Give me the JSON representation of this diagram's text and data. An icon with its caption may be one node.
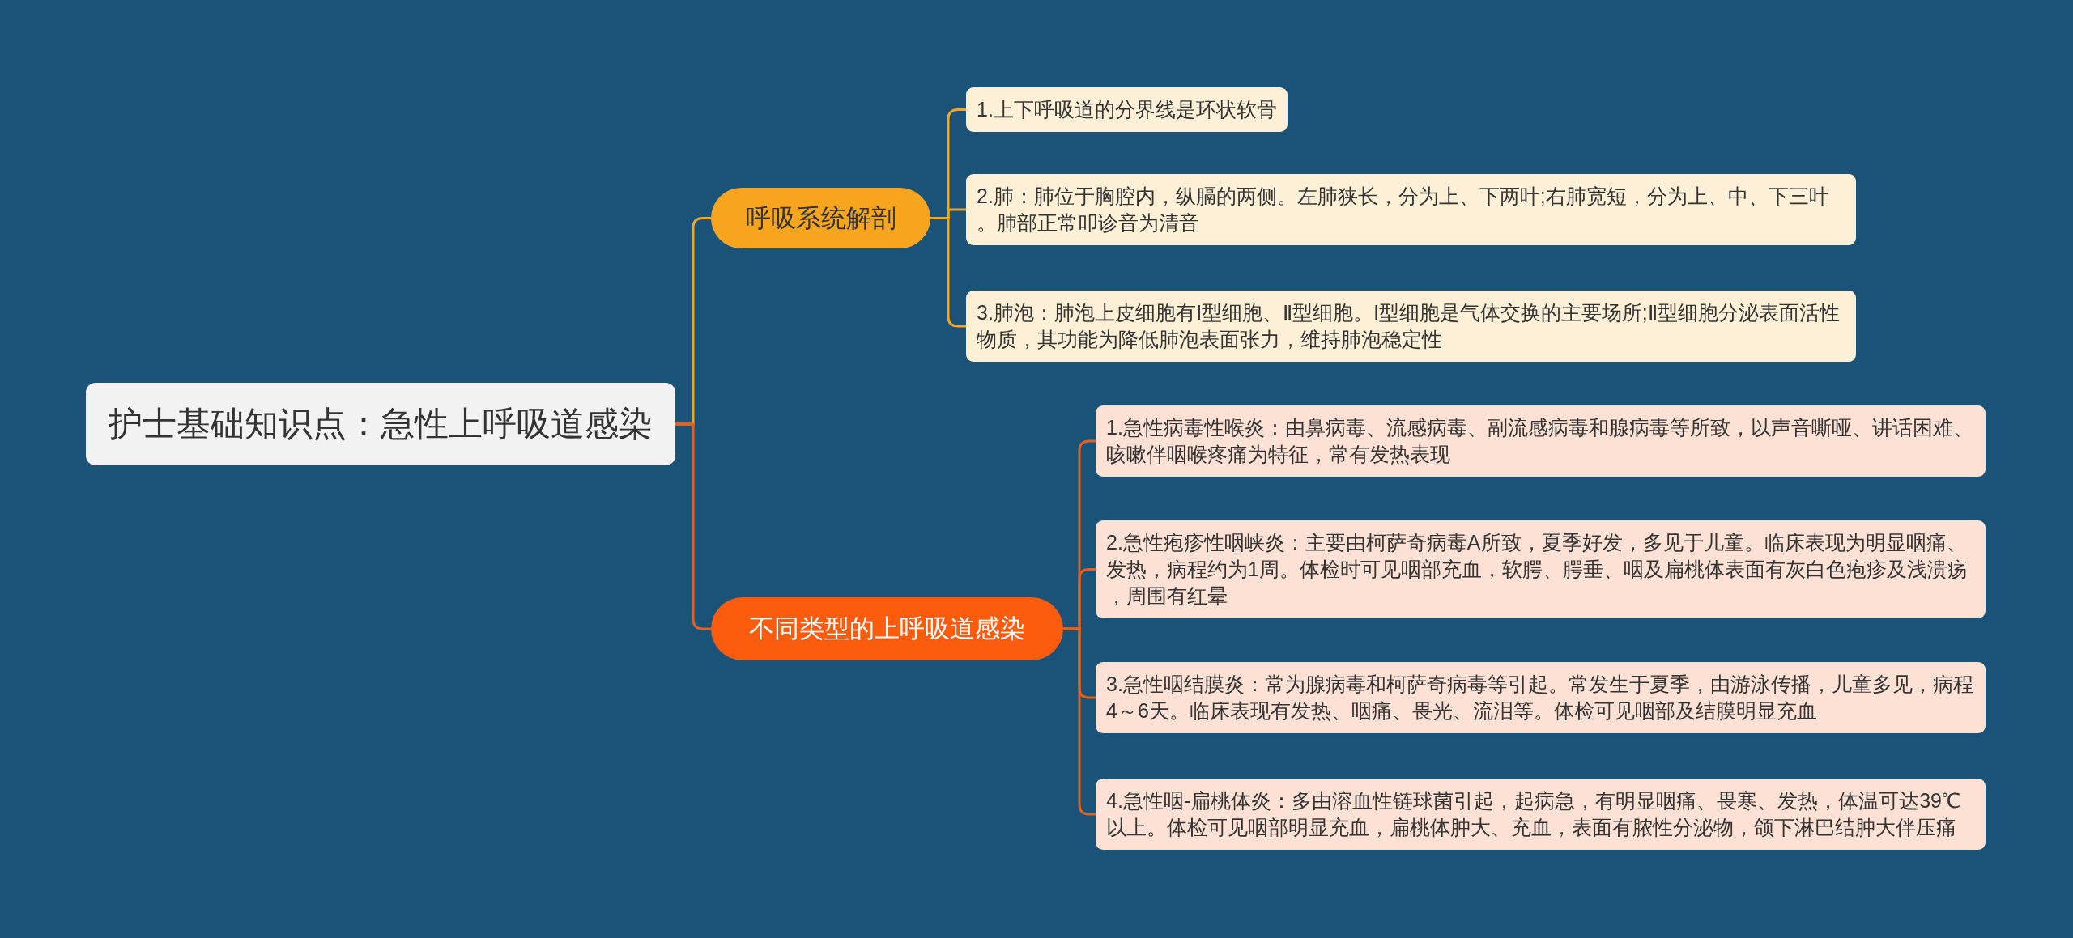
{
  "diagram": {
    "nodes": [
      {
        "text": [
          "护士基础知识点：急性上呼吸道感染"
        ]
      },
      {
        "text": [
          "呼吸系统解剖"
        ]
      },
      {
        "text": [
          "1.上下呼吸道的分界线是环状软骨"
        ]
      },
      {
        "text": [
          "2.肺：肺位于胸腔内，纵膈的两侧。左肺狭长，分为上、下两叶;右肺宽短，分为上、中、下三叶。肺部正常叩诊音为清音"
        ]
      },
      {
        "text": [
          "3.肺泡：肺泡上皮细胞有Ⅰ型细胞、Ⅱ型细胞。Ⅰ型细胞是气体交换的主要场所;Ⅱ型细胞分泌表面活性物质，其功能为降低肺泡表面张力，维持肺泡稳定性"
        ]
      },
      {
        "text": [
          "不同类型的上呼吸道感染"
        ]
      },
      {
        "text": [
          "1.急性病毒性喉炎：由鼻病毒、流感病毒、副流感病毒和腺病毒等所致，以声音嘶哑、讲话困难、咳嗽伴咽喉疼痛为特征，常有发热表现"
        ]
      },
      {
        "text": [
          "2.急性疱疹性咽峡炎：主要由柯萨奇病毒A所致，夏季好发，多见于儿童。临床表现为明显咽痛、发热，病程约为1周。体检时可见咽部充血，软腭、腭垂、咽及扁桃体表面有灰白色疱疹及浅溃疡，周围有红晕"
        ]
      },
      {
        "text": [
          "3.急性咽结膜炎：常为腺病毒和柯萨奇病毒等引起。常发生于夏季，由游泳传播，儿童多见，病程4～6天。临床表现有发热、咽痛、畏光、流泪等。体检可见咽部及结膜明显充血"
        ]
      },
      {
        "text": [
          "4.急性咽-扁桃体炎：多由溶血性链球菌引起，起病急，有明显咽痛、畏寒、发热，体温可达39℃以上。体检可见咽部明显充血，扁桃体肿大、充血，表面有脓性分泌物，颌下淋巴结肿大伴压痛"
        ]
      }
    ],
    "edges": [
      {
        "from": 0,
        "to": 1,
        "arrow": "none",
        "color": "#f5a623"
      },
      {
        "from": 0,
        "to": 5,
        "arrow": "none"
      },
      {
        "from": 1,
        "to": 2,
        "arrow": "none",
        "color": "#f5a623"
      },
      {
        "from": 1,
        "to": 3,
        "arrow": "none",
        "color": "#f5a623"
      },
      {
        "from": 1,
        "to": 4,
        "arrow": "none",
        "color": "#f5a623"
      },
      {
        "from": 5,
        "to": 6,
        "arrow": "none"
      },
      {
        "from": 5,
        "to": 7,
        "arrow": "none"
      },
      {
        "from": 5,
        "to": 8,
        "arrow": "none"
      },
      {
        "from": 5,
        "to": 9,
        "arrow": "none"
      }
    ]
  }
}
